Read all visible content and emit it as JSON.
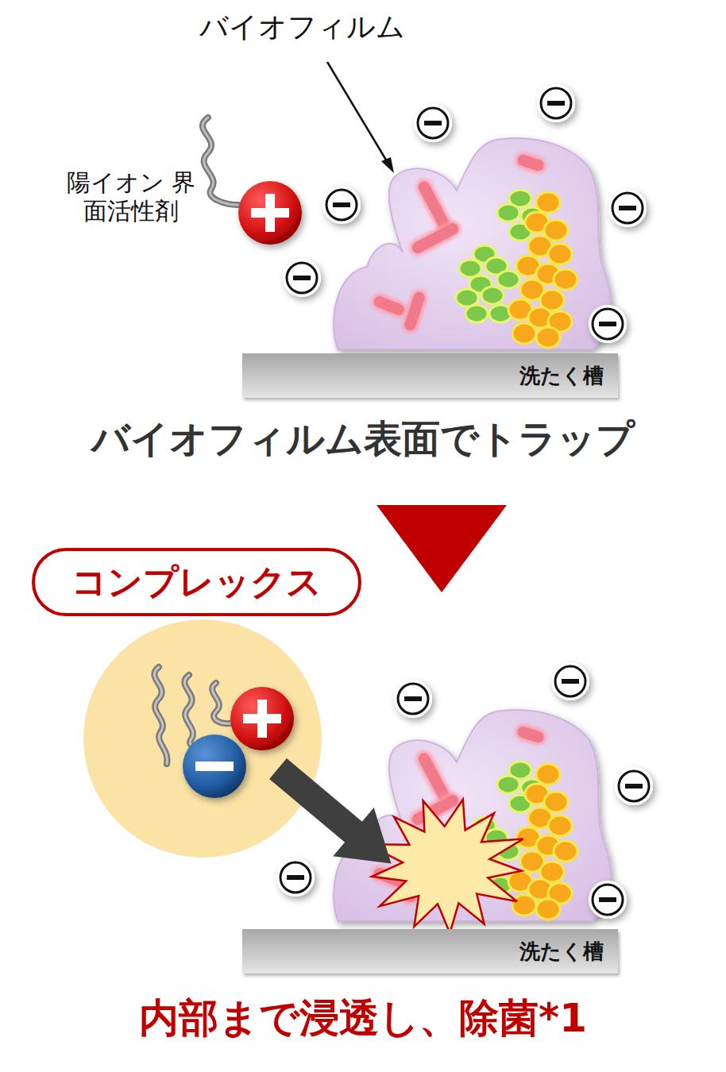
{
  "diagram": {
    "nodes": [
      {
        "text": [
          "洗たく槽"
        ]
      },
      {
        "text": [
          "コンプレックス"
        ]
      },
      {
        "text": [
          "洗たく槽"
        ]
      }
    ],
    "labels": [
      "バイオフィルム",
      "陽イオン 界面活性剤",
      "バイオフィルム表面でトラップ",
      "内部まで浸透し、除菌*1"
    ]
  }
}
